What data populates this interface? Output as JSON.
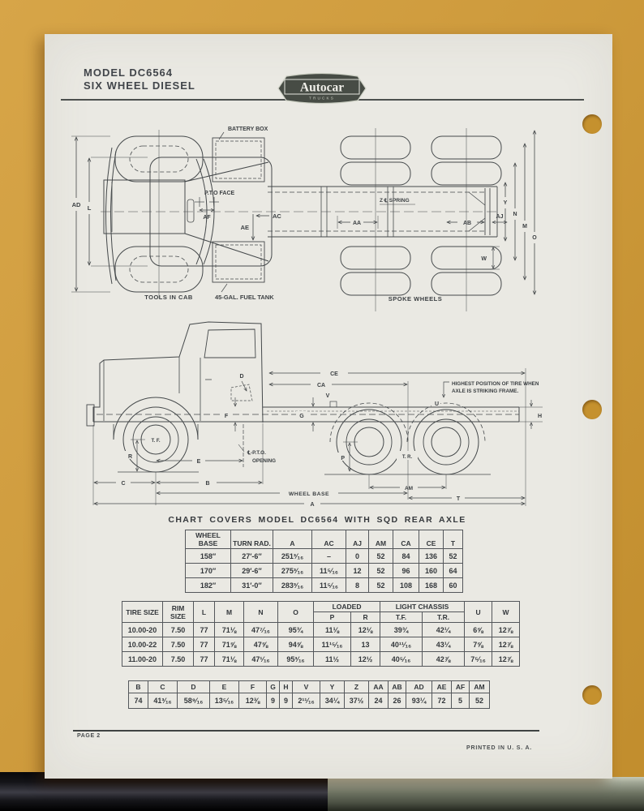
{
  "page": {
    "title_line1": "MODEL DC6564",
    "title_line2": "SIX WHEEL DIESEL",
    "caption": "CHART COVERS MODEL DC6564 WITH SQD REAR AXLE",
    "footer_left": "PAGE 2",
    "footer_right": "PRINTED IN U. S. A."
  },
  "logo": {
    "name": "Autocar",
    "sub": "TRUCKS"
  },
  "colors": {
    "background_orange": "#CF9C3E",
    "paper": "#EAE9E3",
    "ink": "#3C4043",
    "badge": "#474C45",
    "strip_dark": "#131317",
    "strip_metal": "#6D7362"
  },
  "top_view": {
    "labels": {
      "battery_box": "BATTERY BOX",
      "pto_face": "P.T.O FACE",
      "af": "AF",
      "ac": "AC",
      "ae": "AE",
      "aa": "AA",
      "ab": "AB",
      "aj": "AJ",
      "z_spring": "Z ℄ SPRING",
      "ad": "AD",
      "l": "L",
      "y": "Y",
      "n": "N",
      "m": "M",
      "o": "O",
      "w": "W",
      "tools_in_cab": "TOOLS IN CAB",
      "fuel_tank": "45-GAL. FUEL TANK",
      "spoke_wheels": "SPOKE WHEELS"
    }
  },
  "side_view": {
    "labels": {
      "d": "D",
      "ce": "CE",
      "ca": "CA",
      "v": "V",
      "g": "G",
      "f": "F",
      "u": "U",
      "h": "H",
      "p": "P",
      "r": "R",
      "e": "E",
      "c": "C",
      "b": "B",
      "a": "A",
      "t": "T",
      "am": "AM",
      "tf": "T. F.",
      "tr": "T. R.",
      "wheel_base": "WHEEL BASE",
      "pto_line1": "℄-P.T.O.",
      "pto_line2": "OPENING",
      "tire_note_1": "HIGHEST POSITION OF TIRE WHEN",
      "tire_note_2": "AXLE IS STRIKING FRAME."
    }
  },
  "tables": {
    "axle": {
      "headers": [
        "WHEEL BASE",
        "TURN RAD.",
        "A",
        "AC",
        "AJ",
        "AM",
        "CA",
        "CE",
        "T"
      ],
      "rows": [
        [
          "158″",
          "27′-6″",
          "251³⁄₁₆",
          "–",
          "0",
          "52",
          "84",
          "136",
          "52"
        ],
        [
          "170″",
          "29′-6″",
          "275³⁄₁₆",
          "11⁵⁄₁₆",
          "12",
          "52",
          "96",
          "160",
          "64"
        ],
        [
          "182″",
          "31′-0″",
          "283³⁄₁₆",
          "11⁵⁄₁₆",
          "8",
          "52",
          "108",
          "168",
          "60"
        ]
      ]
    },
    "tires": {
      "headers": [
        "TIRE SIZE",
        "RIM SIZE",
        "L",
        "M",
        "N",
        "O",
        "LOADED",
        "LIGHT CHASSIS",
        "U",
        "W"
      ],
      "subheaders": [
        "P",
        "R",
        "T.F.",
        "T.R."
      ],
      "rows": [
        [
          "10.00-20",
          "7.50",
          "77",
          "71⅛",
          "47⁷⁄₁₆",
          "95¾",
          "11⅛",
          "12⅛",
          "39¾",
          "42¼",
          "6⅝",
          "12⅞"
        ],
        [
          "10.00-22",
          "7.50",
          "77",
          "71⅝",
          "47⅝",
          "94⅝",
          "11¹⁵⁄₁₆",
          "13",
          "40¹¹⁄₁₆",
          "43¼",
          "7⅝",
          "12⅞"
        ],
        [
          "11.00-20",
          "7.50",
          "77",
          "71⅛",
          "47¹⁄₁₆",
          "95³⁄₁₆",
          "11½",
          "12½",
          "40⁵⁄₁₆",
          "42⅞",
          "7⁵⁄₁₆",
          "12⅞"
        ]
      ]
    },
    "dims": {
      "headers": [
        "B",
        "C",
        "D",
        "E",
        "F",
        "G",
        "H",
        "V",
        "Y",
        "Z",
        "AA",
        "AB",
        "AD",
        "AE",
        "AF",
        "AM"
      ],
      "values": [
        "74",
        "41³⁄₁₆",
        "58⁹⁄₁₆",
        "13⁵⁄₁₆",
        "12⅜",
        "9",
        "9",
        "2¹¹⁄₁₆",
        "34¼",
        "37½",
        "24",
        "26",
        "93¼",
        "72",
        "5",
        "52"
      ]
    }
  }
}
